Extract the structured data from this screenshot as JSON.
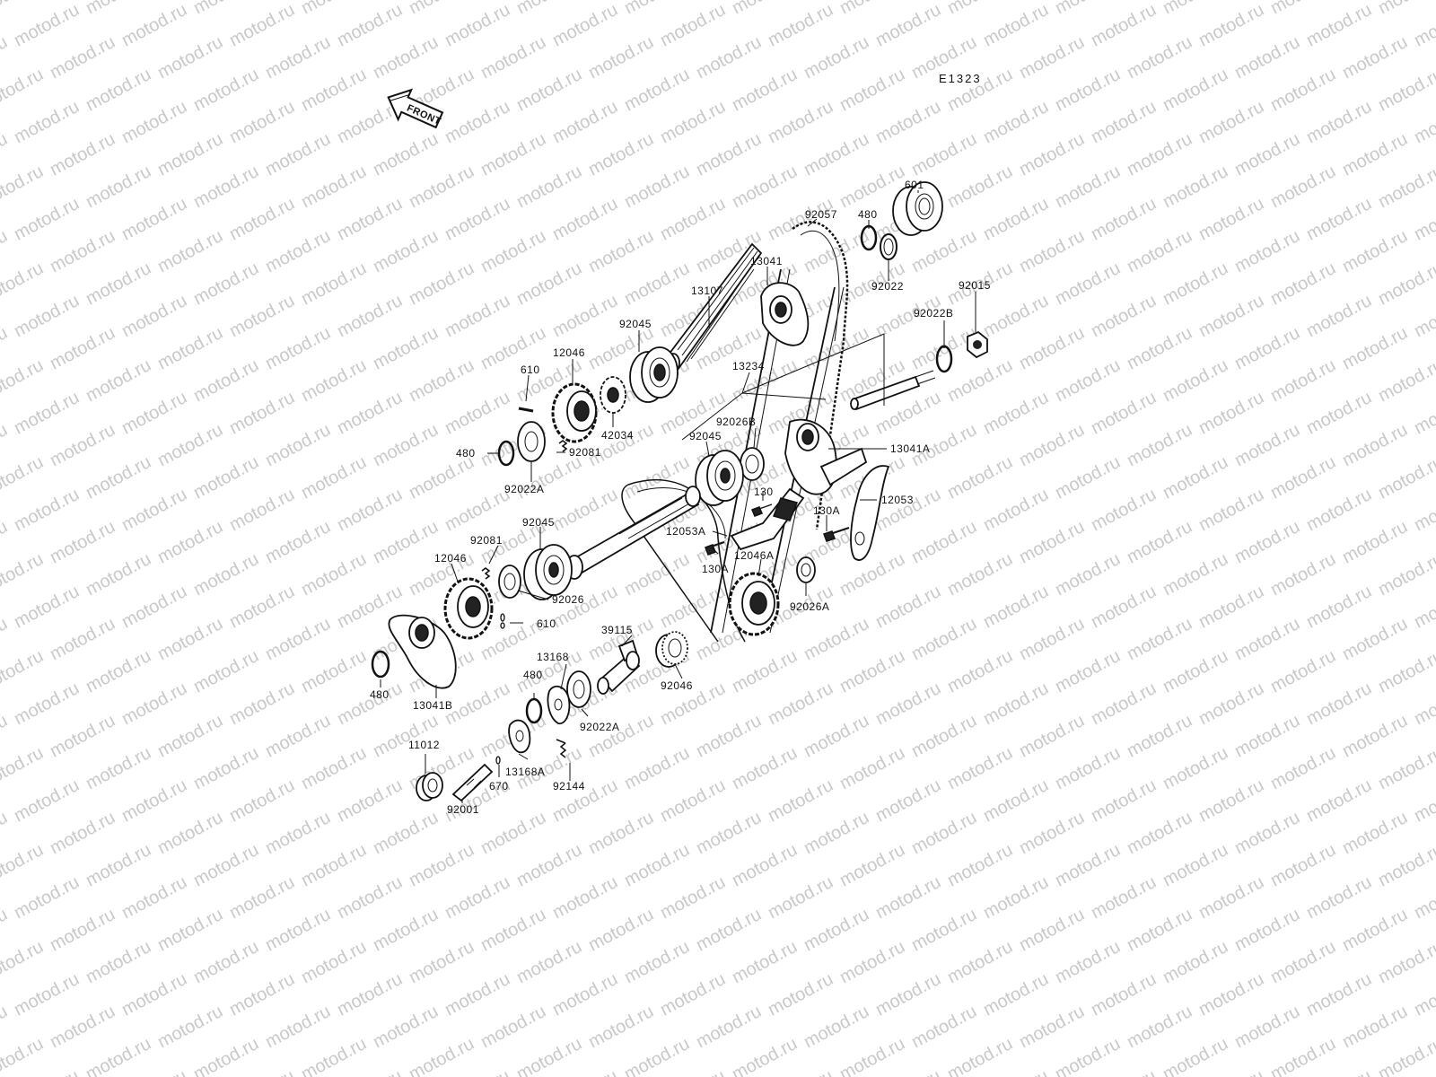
{
  "diagram_code": "E1323",
  "front_marker": "FRONT",
  "watermark": "motod.ru",
  "callouts": [
    {
      "id": "601",
      "text": "601"
    },
    {
      "id": "92057",
      "text": "92057"
    },
    {
      "id": "480a",
      "text": "480"
    },
    {
      "id": "13041",
      "text": "13041"
    },
    {
      "id": "92022",
      "text": "92022"
    },
    {
      "id": "92015",
      "text": "92015"
    },
    {
      "id": "13107",
      "text": "13107"
    },
    {
      "id": "92022B",
      "text": "92022B"
    },
    {
      "id": "92045a",
      "text": "92045"
    },
    {
      "id": "12046a",
      "text": "12046"
    },
    {
      "id": "13234",
      "text": "13234"
    },
    {
      "id": "610a",
      "text": "610"
    },
    {
      "id": "92026B",
      "text": "92026B"
    },
    {
      "id": "42034",
      "text": "42034"
    },
    {
      "id": "92045b",
      "text": "92045"
    },
    {
      "id": "13041A",
      "text": "13041A"
    },
    {
      "id": "480b",
      "text": "480"
    },
    {
      "id": "92081a",
      "text": "92081"
    },
    {
      "id": "92022Aa",
      "text": "92022A"
    },
    {
      "id": "130",
      "text": "130"
    },
    {
      "id": "12053",
      "text": "12053"
    },
    {
      "id": "130Aa",
      "text": "130A"
    },
    {
      "id": "12053A",
      "text": "12053A"
    },
    {
      "id": "92045c",
      "text": "92045"
    },
    {
      "id": "92081b",
      "text": "92081"
    },
    {
      "id": "12046b",
      "text": "12046"
    },
    {
      "id": "130Ab",
      "text": "130A"
    },
    {
      "id": "12046A",
      "text": "12046A"
    },
    {
      "id": "92026",
      "text": "92026"
    },
    {
      "id": "92026A",
      "text": "92026A"
    },
    {
      "id": "610b",
      "text": "610"
    },
    {
      "id": "39115",
      "text": "39115"
    },
    {
      "id": "13168",
      "text": "13168"
    },
    {
      "id": "480c",
      "text": "480"
    },
    {
      "id": "92046",
      "text": "92046"
    },
    {
      "id": "480d",
      "text": "480"
    },
    {
      "id": "13041B",
      "text": "13041B"
    },
    {
      "id": "92022Ab",
      "text": "92022A"
    },
    {
      "id": "11012",
      "text": "11012"
    },
    {
      "id": "13168A",
      "text": "13168A"
    },
    {
      "id": "670",
      "text": "670"
    },
    {
      "id": "92144",
      "text": "92144"
    },
    {
      "id": "92001",
      "text": "92001"
    }
  ]
}
